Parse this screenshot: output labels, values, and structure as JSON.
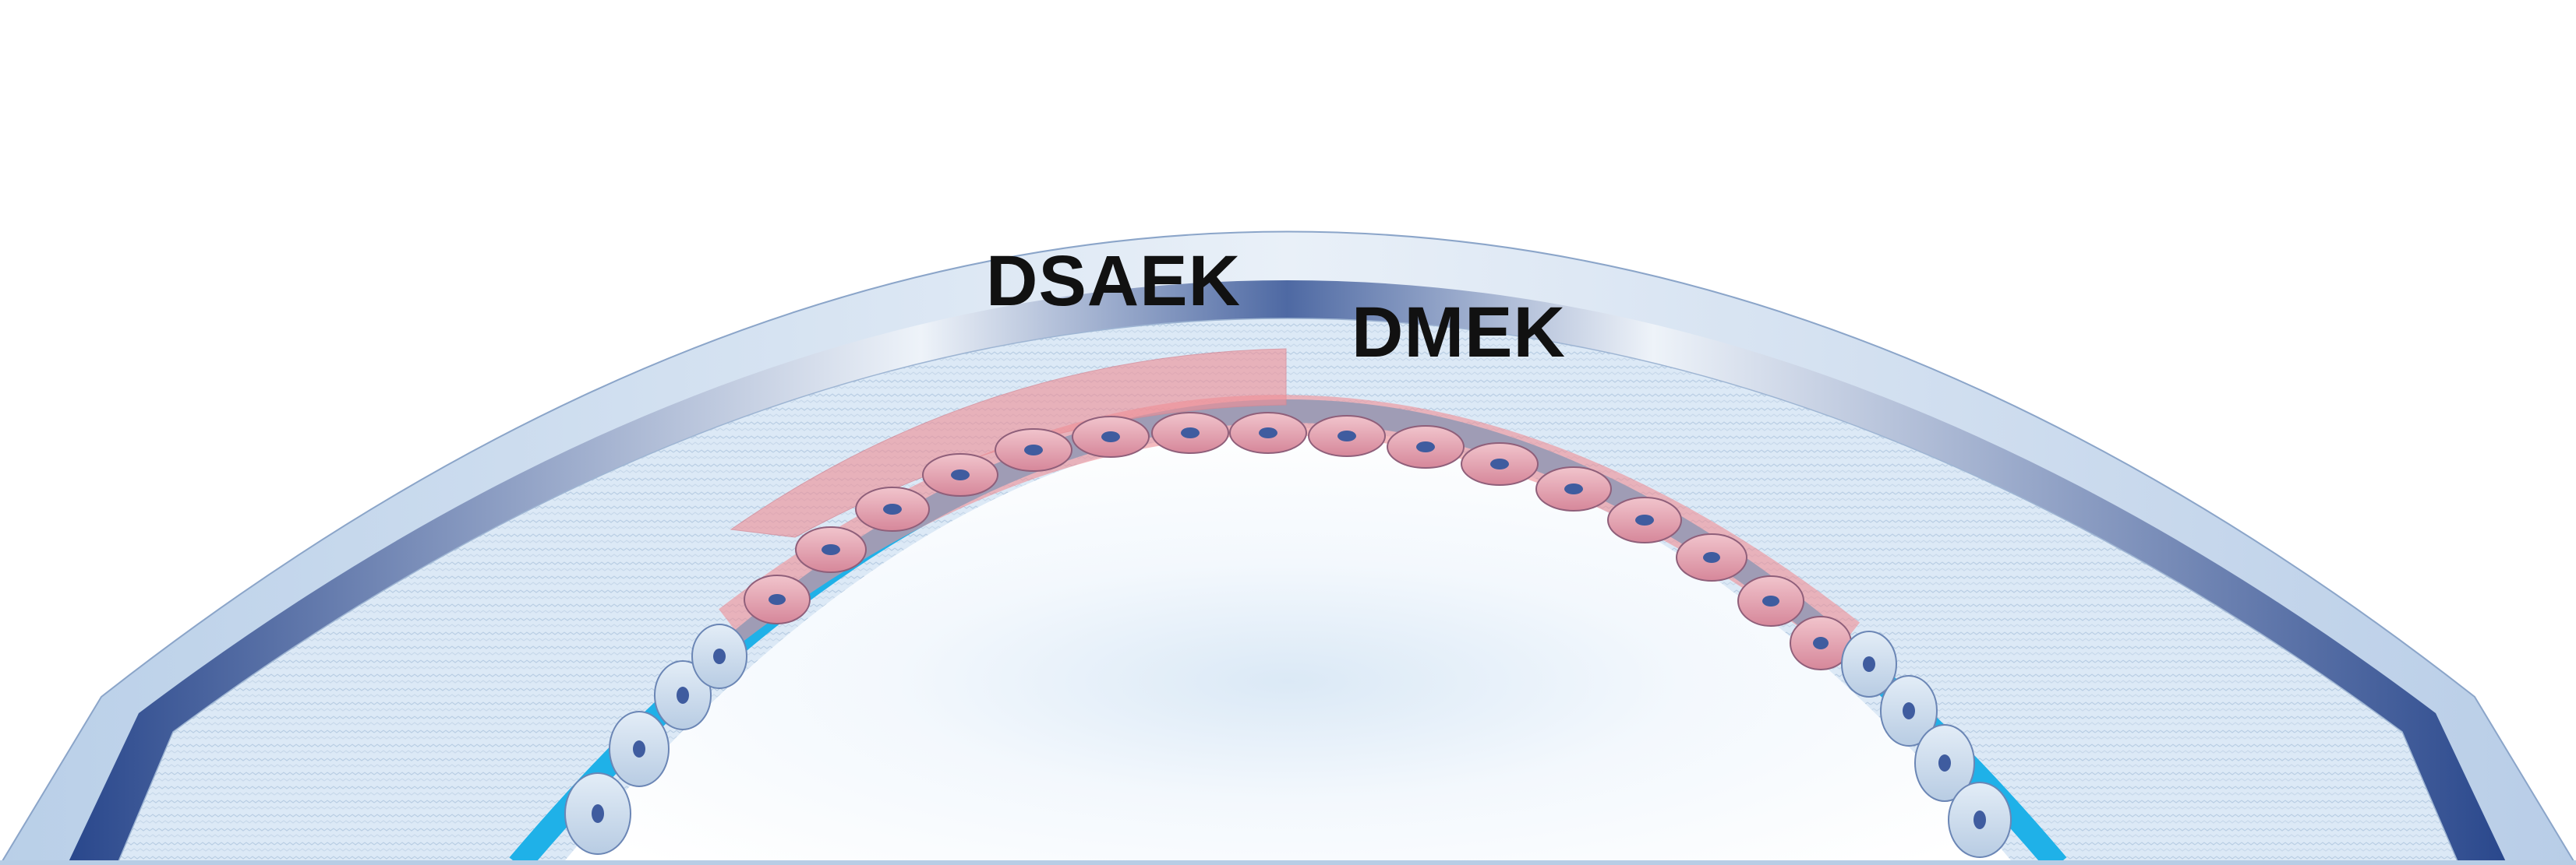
{
  "labels": {
    "dsaek": "DSAEK",
    "dmek": "DMEK"
  },
  "colors": {
    "background": "#ffffff",
    "outer_band_light": "#dbe6f3",
    "outer_band_dark": "#3e5b9a",
    "stroma": "#dbe8f5",
    "stroma_texture": "#b5cbe3",
    "descemet_blue": "#1fb1e8",
    "cell_blue": "#c9daec",
    "cell_pink": "#e49aa9",
    "graft_pink": "#ef8f96",
    "nucleus": "#3f5c9f",
    "label_text": "#111111"
  },
  "structures": [
    "outer-corneal-band",
    "corneal-stroma",
    "descemet-membrane",
    "endothelial-cell-layer",
    "dsaek-graft",
    "dmek-graft",
    "anterior-chamber"
  ]
}
